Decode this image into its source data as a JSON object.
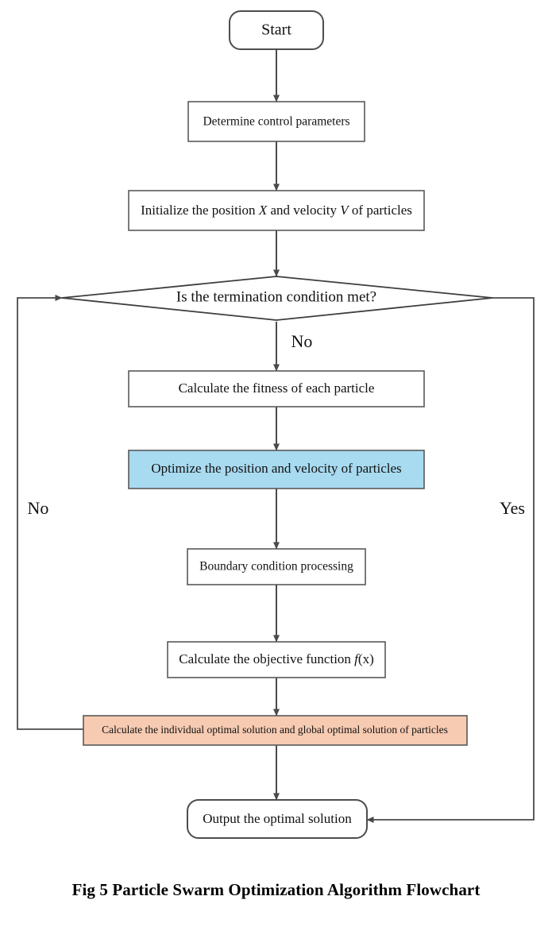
{
  "figure": {
    "caption": "Fig 5 Particle Swarm Optimization Algorithm Flowchart",
    "type": "flowchart",
    "background_color": "#ffffff",
    "line_color": "#4a4a4a"
  },
  "nodes": {
    "start": {
      "label": "Start",
      "shape": "rounded-rectangle",
      "fill": "#ffffff"
    },
    "determine_params": {
      "label": "Determine control parameters",
      "shape": "rectangle",
      "fill": "#ffffff"
    },
    "initialize": {
      "label_part1": "Initialize the position ",
      "label_italic1": "X",
      "label_part2": " and velocity ",
      "label_italic2": "V",
      "label_part3": " of particles",
      "label_plain": "Initialize the position X and velocity V of particles",
      "shape": "rectangle",
      "fill": "#ffffff"
    },
    "termination_check": {
      "label": "Is the termination condition met?",
      "shape": "diamond",
      "fill": "#ffffff"
    },
    "calc_fitness": {
      "label": "Calculate the fitness of each particle",
      "shape": "rectangle",
      "fill": "#ffffff"
    },
    "optimize": {
      "label": "Optimize the position and velocity of particles",
      "shape": "rectangle",
      "fill": "#a8daf0"
    },
    "boundary": {
      "label": "Boundary condition processing",
      "shape": "rectangle",
      "fill": "#ffffff"
    },
    "objective": {
      "label_part1": "Calculate the objective function ",
      "label_italic1": "f",
      "label_part2": "(x)",
      "label_plain": "Calculate the objective function f(x)",
      "shape": "rectangle",
      "fill": "#ffffff"
    },
    "optimal_solution": {
      "label": "Calculate the individual optimal solution and global optimal solution of particles",
      "shape": "rectangle",
      "fill": "#f7cbb2"
    },
    "output": {
      "label": "Output the optimal solution",
      "shape": "rounded-rectangle",
      "fill": "#ffffff"
    }
  },
  "branches": {
    "no_down": "No",
    "no_left": "No",
    "yes_right": "Yes"
  }
}
